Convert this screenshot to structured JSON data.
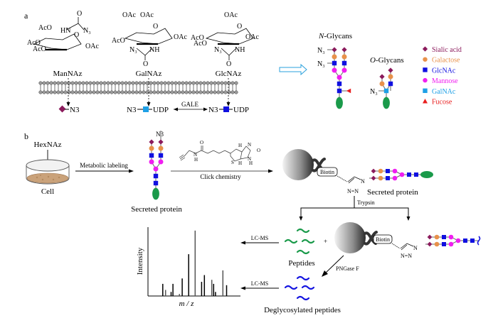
{
  "panels": {
    "a_label": "a",
    "b_label": "b"
  },
  "panel_a": {
    "sugars": [
      {
        "name": "ManNAz",
        "substituents": [
          "AcO",
          "AcO",
          "AcO",
          "OAc",
          "HN",
          "O",
          "N3",
          "O"
        ]
      },
      {
        "name": "GalNAz",
        "substituents": [
          "OAc",
          "OAc",
          "AcO",
          "OAc",
          "N3",
          "NH",
          "O",
          "O"
        ]
      },
      {
        "name": "GlcNAz",
        "substituents": [
          "OAc",
          "AcO",
          "AcO",
          "OAc",
          "N3",
          "NH",
          "O",
          "O"
        ]
      }
    ],
    "products": {
      "man": {
        "label": "N3",
        "sugar": "Sialic acid"
      },
      "gal": {
        "left": "N3",
        "right": "UDP"
      },
      "glc": {
        "left": "N3",
        "right": "UDP"
      },
      "enzyme": "GALE"
    },
    "n_glycans_title_italic": "N",
    "n_glycans_title_rest": "-Glycans",
    "o_glycans_title_italic": "O",
    "o_glycans_title_rest": "-Glycans",
    "azide": "N3",
    "legend": [
      {
        "label": "Sialic acid",
        "shape": "diamond",
        "color": "#8B1A5C"
      },
      {
        "label": "Galactose",
        "shape": "circle",
        "color": "#E8914A"
      },
      {
        "label": "GlcNAc",
        "shape": "square",
        "color": "#1010E0"
      },
      {
        "label": "Mannose",
        "shape": "circle",
        "color": "#F01EF0"
      },
      {
        "label": "GalNAc",
        "shape": "square",
        "color": "#1EA0E6"
      },
      {
        "label": "Fucose",
        "shape": "triangle",
        "color": "#E81E1E"
      }
    ]
  },
  "panel_b": {
    "hexnaz": "HexNAz",
    "cell": "Cell",
    "metabolic_labeling": "Metabolic labeling",
    "secreted_protein": "Secreted protein",
    "click_chemistry": "Click chemistry",
    "biotin": "Biotin",
    "secreted_protein_2": "Secreted protein",
    "trypsin": "Trypsin",
    "peptides": "Peptides",
    "plus": "+",
    "lc_ms_1": "LC-MS",
    "lc_ms_2": "LC-MS",
    "pngase": "PNGase F",
    "deglycosylated": "Deglycosylated peptides",
    "biotin_2": "Biotin",
    "alkyne_labels": [
      "O",
      "N",
      "H",
      "S",
      "H",
      "H",
      "N",
      "N",
      "H",
      "O"
    ],
    "triazole": [
      "N",
      "N=N"
    ]
  },
  "chart_data": {
    "type": "bar",
    "title": "",
    "xlabel": "m / z",
    "ylabel": "Intensity",
    "note": "Schematic mass spectrum, relative intensities (0-1), no numeric ticks",
    "x": [
      0.16,
      0.19,
      0.25,
      0.27,
      0.34,
      0.37,
      0.44,
      0.51,
      0.58,
      0.61,
      0.69,
      0.71,
      0.73,
      0.81,
      0.85
    ],
    "values": [
      0.18,
      0.09,
      0.06,
      0.18,
      0.03,
      0.26,
      0.62,
      0.97,
      0.21,
      0.31,
      0.24,
      0.18,
      0.06,
      0.38,
      0.16
    ],
    "ylim": [
      0,
      1
    ]
  }
}
